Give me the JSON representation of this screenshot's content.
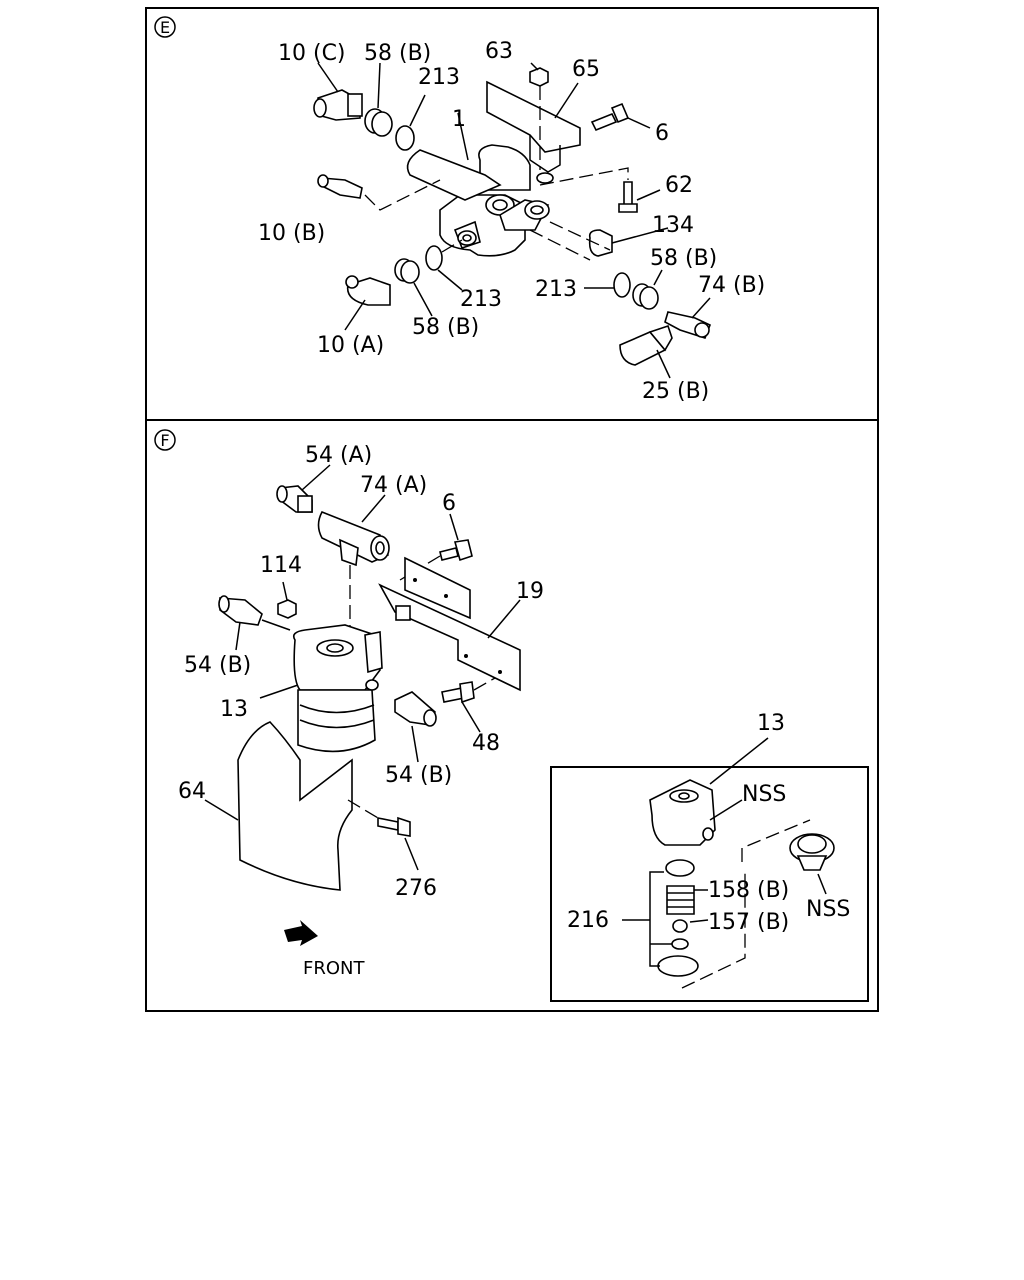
{
  "section_e": {
    "marker": "E",
    "labels": {
      "p10c": "10 (C)",
      "p58b_top": "58 (B)",
      "p213_top": "213",
      "p63": "63",
      "p65": "65",
      "p1": "1",
      "p6": "6",
      "p62": "62",
      "p10b": "10 (B)",
      "p134": "134",
      "p58b_right": "58 (B)",
      "p74b": "74 (B)",
      "p213_mid": "213",
      "p213_right": "213",
      "p58b_bottom": "58 (B)",
      "p10a": "10 (A)",
      "p25b": "25 (B)"
    }
  },
  "section_f": {
    "marker": "F",
    "labels": {
      "p54a": "54 (A)",
      "p74a": "74 (A)",
      "p6": "6",
      "p114": "114",
      "p19": "19",
      "p54b_left": "54 (B)",
      "p13": "13",
      "p48": "48",
      "p54b_bottom": "54 (B)",
      "p64": "64",
      "p276": "276",
      "front": "FRONT"
    },
    "inset": {
      "title": "13",
      "nss_top": "NSS",
      "nss_right": "NSS",
      "p158b": "158 (B)",
      "p157b": "157 (B)",
      "p216": "216"
    }
  }
}
